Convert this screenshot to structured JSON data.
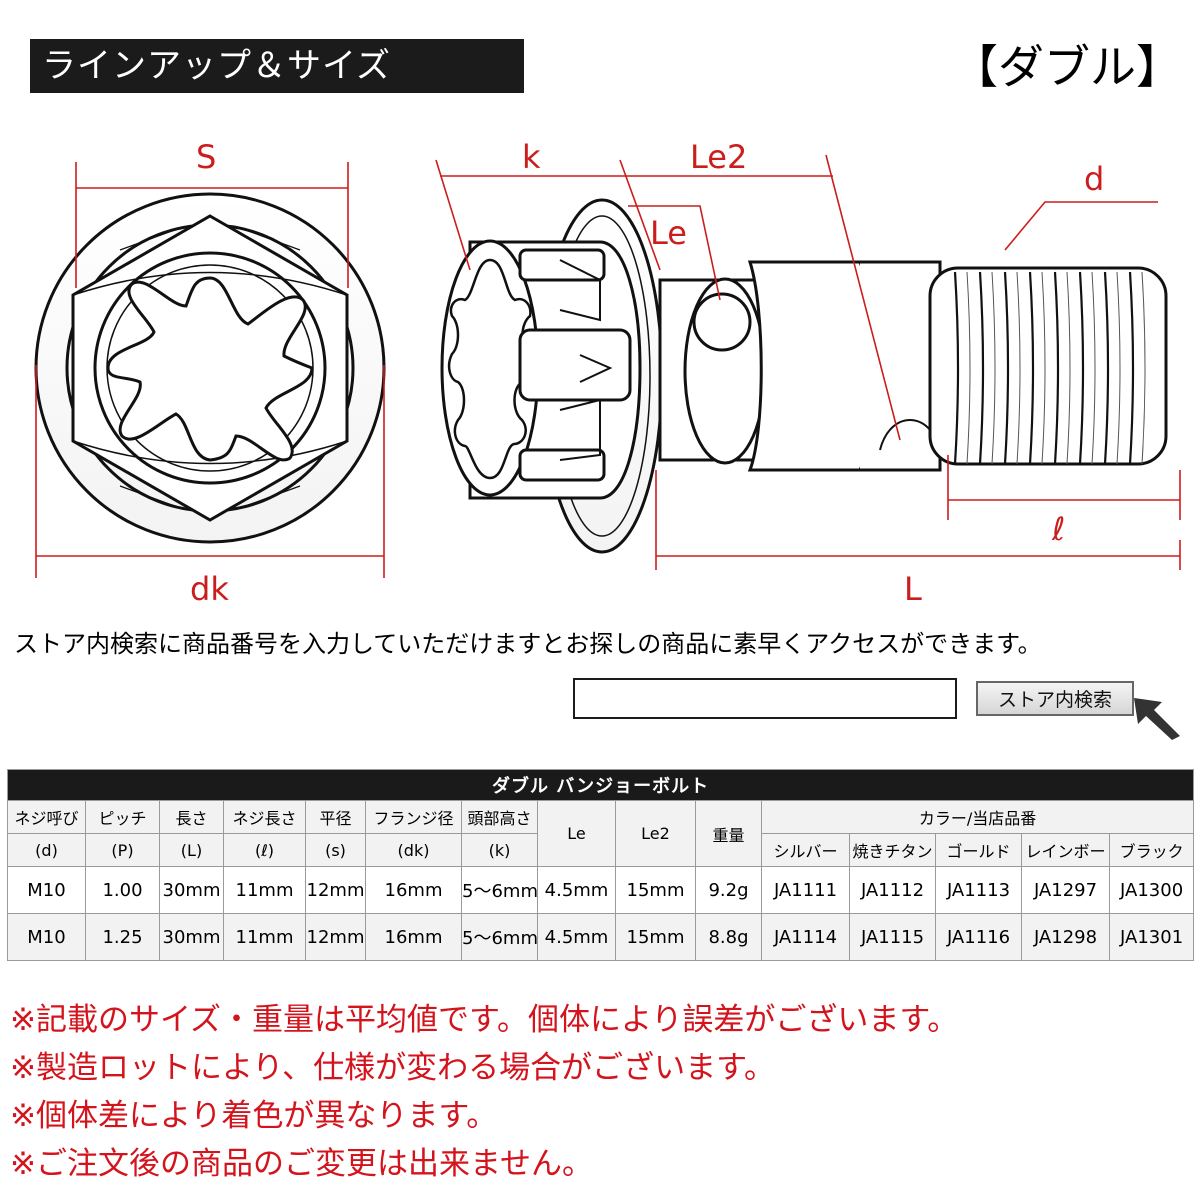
{
  "header": {
    "title": "ラインアップ＆サイズ",
    "variant": "【ダブル】"
  },
  "diagram": {
    "labels": {
      "S": "S",
      "dk": "dk",
      "k": "k",
      "Le2": "Le2",
      "Le": "Le",
      "d": "d",
      "l": "ℓ",
      "L": "L"
    },
    "dimension_color": "#cc1d1d"
  },
  "store_search": {
    "instruction": "ストア内検索に商品番号を入力していただけますとお探しの商品に素早くアクセスができます。",
    "input_value": "",
    "button_label": "ストア内検索"
  },
  "spec_table": {
    "title": "ダブル バンジョーボルト",
    "headers": [
      {
        "top": "ネジ呼び",
        "bottom": "(d)"
      },
      {
        "top": "ピッチ",
        "bottom": "(P)"
      },
      {
        "top": "長さ",
        "bottom": "(L)"
      },
      {
        "top": "ネジ長さ",
        "bottom": "(ℓ)"
      },
      {
        "top": "平径",
        "bottom": "(s)"
      },
      {
        "top": "フランジ径",
        "bottom": "(dk)"
      },
      {
        "top": "頭部高さ",
        "bottom": "(k)"
      }
    ],
    "header_le": "Le",
    "header_le2": "Le2",
    "header_weight": "重量",
    "color_group_label": "カラー/当店品番",
    "colors": [
      "シルバー",
      "焼きチタン",
      "ゴールド",
      "レインボー",
      "ブラック"
    ],
    "rows": [
      {
        "cells": [
          "M10",
          "1.00",
          "30mm",
          "11mm",
          "12mm",
          "16mm",
          "5～6mm",
          "4.5mm",
          "15mm",
          "9.2g"
        ],
        "codes": [
          "JA1111",
          "JA1112",
          "JA1113",
          "JA1297",
          "JA1300"
        ]
      },
      {
        "cells": [
          "M10",
          "1.25",
          "30mm",
          "11mm",
          "12mm",
          "16mm",
          "5～6mm",
          "4.5mm",
          "15mm",
          "8.8g"
        ],
        "codes": [
          "JA1114",
          "JA1115",
          "JA1116",
          "JA1298",
          "JA1301"
        ]
      }
    ]
  },
  "notes": [
    "※記載のサイズ・重量は平均値です。個体により誤差がございます。",
    "※製造ロットにより、仕様が変わる場合がございます。",
    "※個体差により着色が異なります。",
    "※ご注文後の商品のご変更は出来ません。"
  ]
}
